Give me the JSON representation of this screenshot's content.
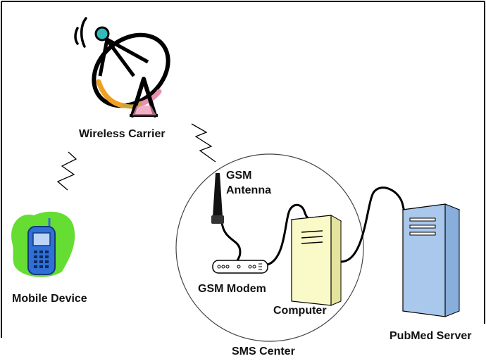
{
  "labels": {
    "wireless_carrier": "Wireless Carrier",
    "gsm": "GSM",
    "antenna": "Antenna",
    "mobile_device": "Mobile Device",
    "gsm_modem": "GSM Modem",
    "computer": "Computer",
    "pubmed_server": "PubMed Server",
    "sms_center": "SMS Center"
  },
  "icons": {
    "satellite_dish": "satellite-dish-icon",
    "mobile_phone": "mobile-phone-icon",
    "gsm_antenna": "antenna-icon",
    "gsm_modem": "modem-icon",
    "computer": "computer-tower-icon",
    "server": "server-tower-icon"
  },
  "colors": {
    "phone_blob": "#66dd33",
    "phone_body": "#2f6fd6",
    "computer_fill": "#fafac8",
    "server_fill": "#a9c8ec",
    "dish_accent_teal": "#33bbbb",
    "dish_accent_orange": "#f0a020",
    "dish_accent_pink": "#e88fb0"
  }
}
